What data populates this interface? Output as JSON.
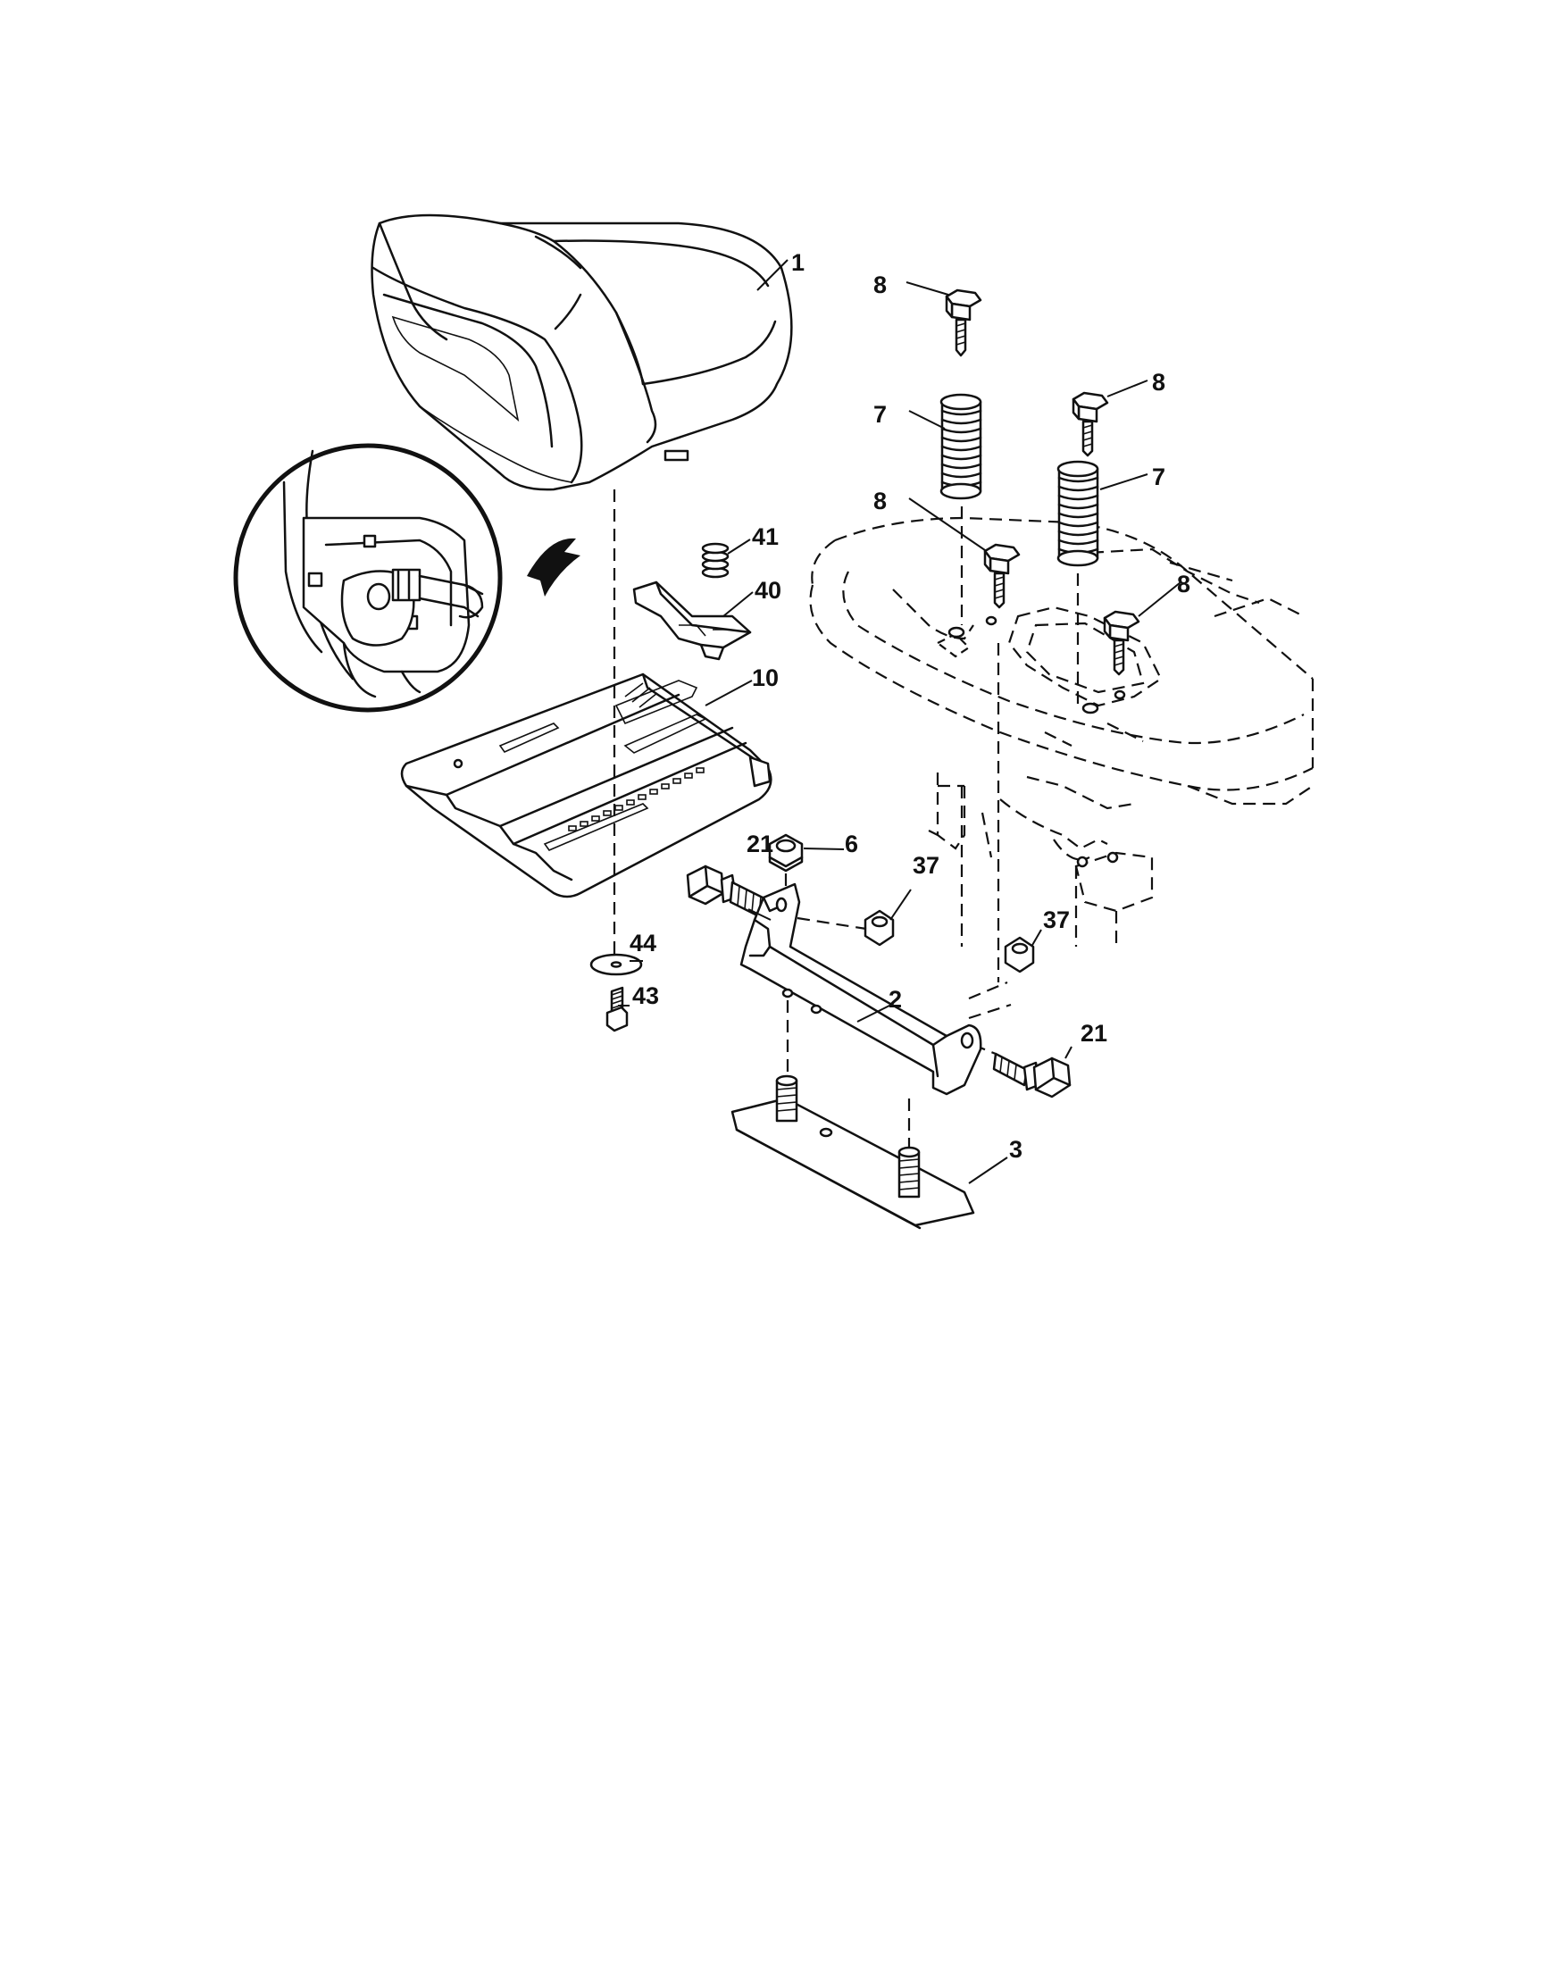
{
  "callouts": {
    "c1": "1",
    "c2": "2",
    "c3": "3",
    "c6": "6",
    "c7a": "7",
    "c7b": "7",
    "c8a": "8",
    "c8b": "8",
    "c8c": "8",
    "c8d": "8",
    "c10": "10",
    "c21a": "21",
    "c21b": "21",
    "c37a": "37",
    "c37b": "37",
    "c40": "40",
    "c41": "41",
    "c43": "43",
    "c44": "44"
  }
}
